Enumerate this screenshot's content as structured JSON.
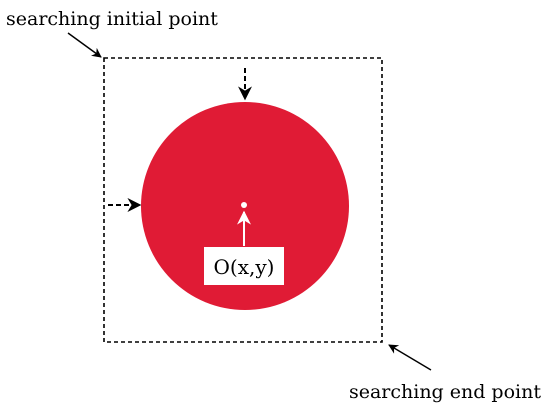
{
  "labels": {
    "start": "searching initial point",
    "end": "searching end point",
    "center": "O(x,y)"
  },
  "colors": {
    "circle": "#e01b35",
    "line": "#000000",
    "center_marker": "#ffffff",
    "label_box": "#ffffff"
  }
}
